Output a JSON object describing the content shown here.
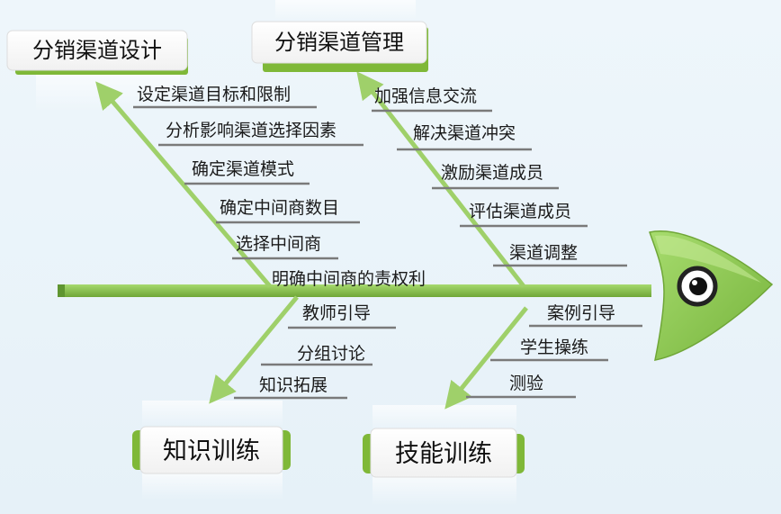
{
  "categories": {
    "design": "分销渠道设计",
    "management": "分销渠道管理",
    "knowledge": "知识训练",
    "skill": "技能训练"
  },
  "design_items": [
    "设定渠道目标和限制",
    "分析影响渠道选择因素",
    "确定渠道模式",
    "确定中间商数目",
    "选择中间商",
    "明确中间商的责权利"
  ],
  "management_items": [
    "加强信息交流",
    "解决渠道冲突",
    "激励渠道成员",
    "评估渠道成员",
    "渠道调整"
  ],
  "knowledge_items": [
    "教师引导",
    "分组讨论",
    "知识拓展"
  ],
  "skill_items": [
    "案例引导",
    "学生操练",
    "测验"
  ],
  "colors": {
    "bone": "#8cc34f",
    "bone_dark": "#6fa637",
    "branch": "#9fd06a",
    "underline": "#7a7a7a",
    "box_accent": "#7fb838",
    "background": "#eaf4fa"
  },
  "icons": {
    "head": "fish-head",
    "eye": "fish-eye"
  }
}
